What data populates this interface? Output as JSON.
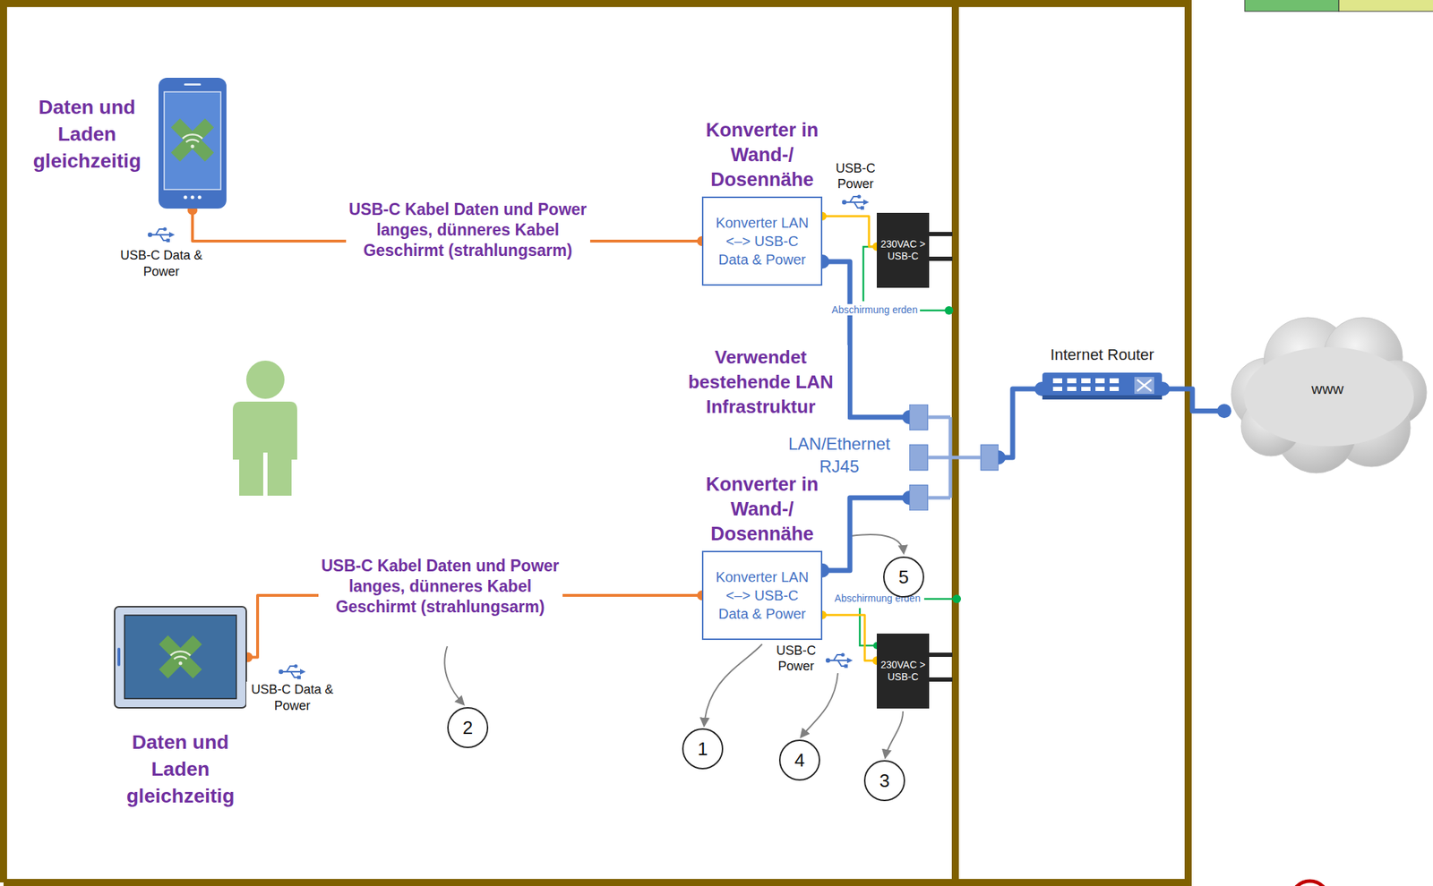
{
  "diagram": {
    "nodes": [
      {
        "text": [
          "Daten und Laden gleichzeitig"
        ]
      },
      {
        "text": [
          "Konverter in Wand-/ Dosennähe",
          "Konverter LAN <–> USB-C Data & Power"
        ]
      },
      {
        "text": [
          "230VAC > USB-C"
        ]
      },
      {
        "text": [
          "LAN/Ethernet RJ45"
        ]
      },
      {
        "text": [
          "Internet Router"
        ]
      },
      {
        "text": [
          "www"
        ]
      },
      {
        "text": [
          "Konverter in Wand-/ Dosennähe",
          "Konverter LAN <–> USB-C Data & Power"
        ]
      },
      {
        "text": [
          "Daten und Laden gleichzeitig"
        ]
      },
      {
        "text": [
          "230VAC > USB-C"
        ]
      }
    ],
    "edges": [
      {
        "from": 0,
        "to": 1,
        "arrow": "none",
        "label": "USB-C Kabel Daten und Power langes, dünneres Kabel Geschirmt (strahlungsarm)"
      },
      {
        "from": 1,
        "to": 2,
        "arrow": "none",
        "label": "USB-C Power"
      },
      {
        "from": 1,
        "to": 3,
        "arrow": "none"
      },
      {
        "from": 3,
        "to": 4,
        "arrow": "none"
      },
      {
        "from": 4,
        "to": 5,
        "arrow": "none"
      },
      {
        "from": 6,
        "to": 3,
        "arrow": "none"
      },
      {
        "from": 6,
        "to": 8,
        "arrow": "none",
        "label": "USB-C Power"
      },
      {
        "from": 7,
        "to": 6,
        "arrow": "none",
        "label": "USB-C Kabel Daten und Power langes, dünneres Kabel Geschirmt (strahlungsarm)"
      }
    ],
    "labels": [
      "Verwendet bestehende LAN Infrastruktur",
      "USB-C Data & Power",
      "Abschirmung erden",
      "USB-C Data & Power",
      "Abschirmung erden",
      "5",
      "2",
      "1",
      "4",
      "3"
    ]
  }
}
